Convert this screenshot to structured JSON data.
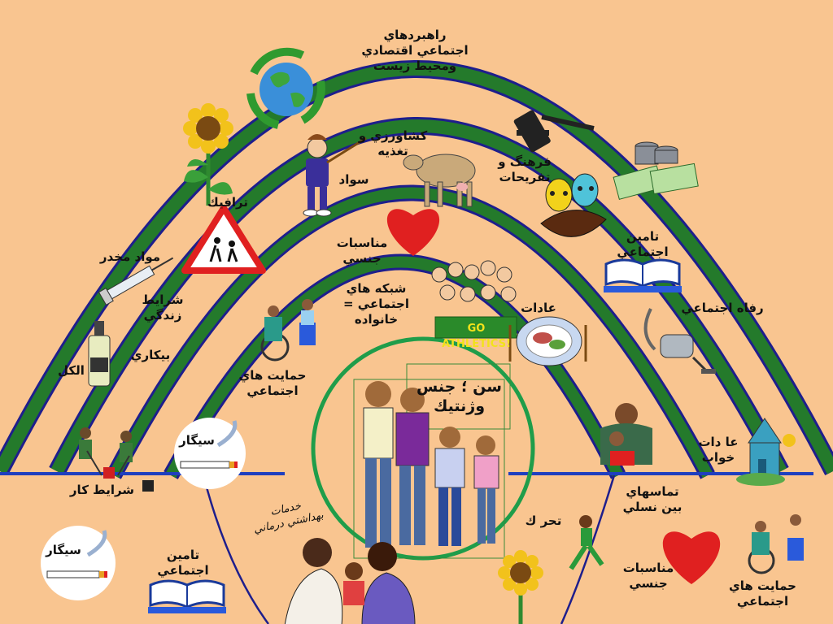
{
  "colors": {
    "background": "#f9c590",
    "arc_outer": "#247a2b",
    "arc_edge": "#1e1e8c",
    "center_ring": "#1f9d4a",
    "axis_line": "#1f3fbf",
    "heart": "#e02020"
  },
  "labels": {
    "layer5": "راهبردهاي\nاجتماعي اقتصادي\nومحيط زيست",
    "agriculture": "كشاورزي و\nتغذيه",
    "literacy": "سواد",
    "culture": "فرهنگ و\nتفريحات",
    "traffic": "ترافيك",
    "drugs": "مواد مخدر",
    "living": "شرايط\nزندگي",
    "unemployment": "بيكاري",
    "alcohol": "الكل",
    "insurance_top": "تامين\nاجتماعي",
    "welfare": "رفاه اجتماعي",
    "sexual_rel_top": "مناسبات\nجنسي",
    "network": "شبكه هاي\nاجتماعي =\nخانواده",
    "habits": "عادات",
    "support_left": "حمايت هاي\nاجتماعي",
    "core": "سن ؛ جنس\nوژنتيك",
    "sleep": "عا دات\nخواب",
    "cigarette_a": "سيگار",
    "cigarette_b": "سيگار",
    "work": "شرايط كار",
    "health_services": "خدمات\nبهداشتي درماني",
    "intergen": "تماسهاي\nبين نسلي",
    "movement": "تحر ك",
    "insurance_bottom": "تامين\nاجتماعي",
    "sexual_rel_bottom": "مناسبات\nجنسي",
    "support_right": "حمايت هاي\nاجتماعي",
    "sign_text": "GO ATHLETICS!"
  },
  "icons": [
    "globe-recycle-icon",
    "sunflower-icon",
    "teacher-icon",
    "cow-icon",
    "gavel-icon",
    "theater-masks-icon",
    "money-stack-icon",
    "book-icon",
    "vacuum-icon",
    "heart-icon",
    "school-crossing-sign-icon",
    "syringe-icon",
    "bottle-icon",
    "wheelchair-icon",
    "crowd-icon",
    "food-plate-icon",
    "family-icon",
    "house-icon",
    "reading-elder-icon",
    "workers-icon",
    "cigarette-icon",
    "runner-icon"
  ]
}
